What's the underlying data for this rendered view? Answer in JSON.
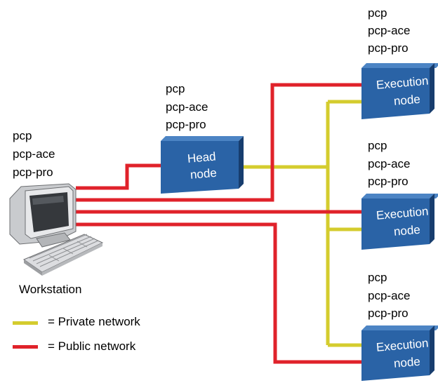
{
  "workstation": {
    "packages": [
      "pcp",
      "pcp-ace",
      "pcp-pro"
    ],
    "label": "Workstation"
  },
  "head_node": {
    "packages": [
      "pcp",
      "pcp-ace",
      "pcp-pro"
    ],
    "label_line1": "Head",
    "label_line2": "node"
  },
  "execution_nodes": [
    {
      "packages": [
        "pcp",
        "pcp-ace",
        "pcp-pro"
      ],
      "label_line1": "Execution",
      "label_line2": "node"
    },
    {
      "packages": [
        "pcp",
        "pcp-ace",
        "pcp-pro"
      ],
      "label_line1": "Execution",
      "label_line2": "node"
    },
    {
      "packages": [
        "pcp",
        "pcp-ace",
        "pcp-pro"
      ],
      "label_line1": "Execution",
      "label_line2": "node"
    }
  ],
  "legend": {
    "private": {
      "label": "= Private network",
      "color": "#d4cc2e"
    },
    "public": {
      "label": "= Public network",
      "color": "#e0222a"
    }
  },
  "colors": {
    "node_face": "#2a63a6",
    "node_side": "#173d6e",
    "node_top": "#4c84c4",
    "node_text": "#ffffff"
  }
}
